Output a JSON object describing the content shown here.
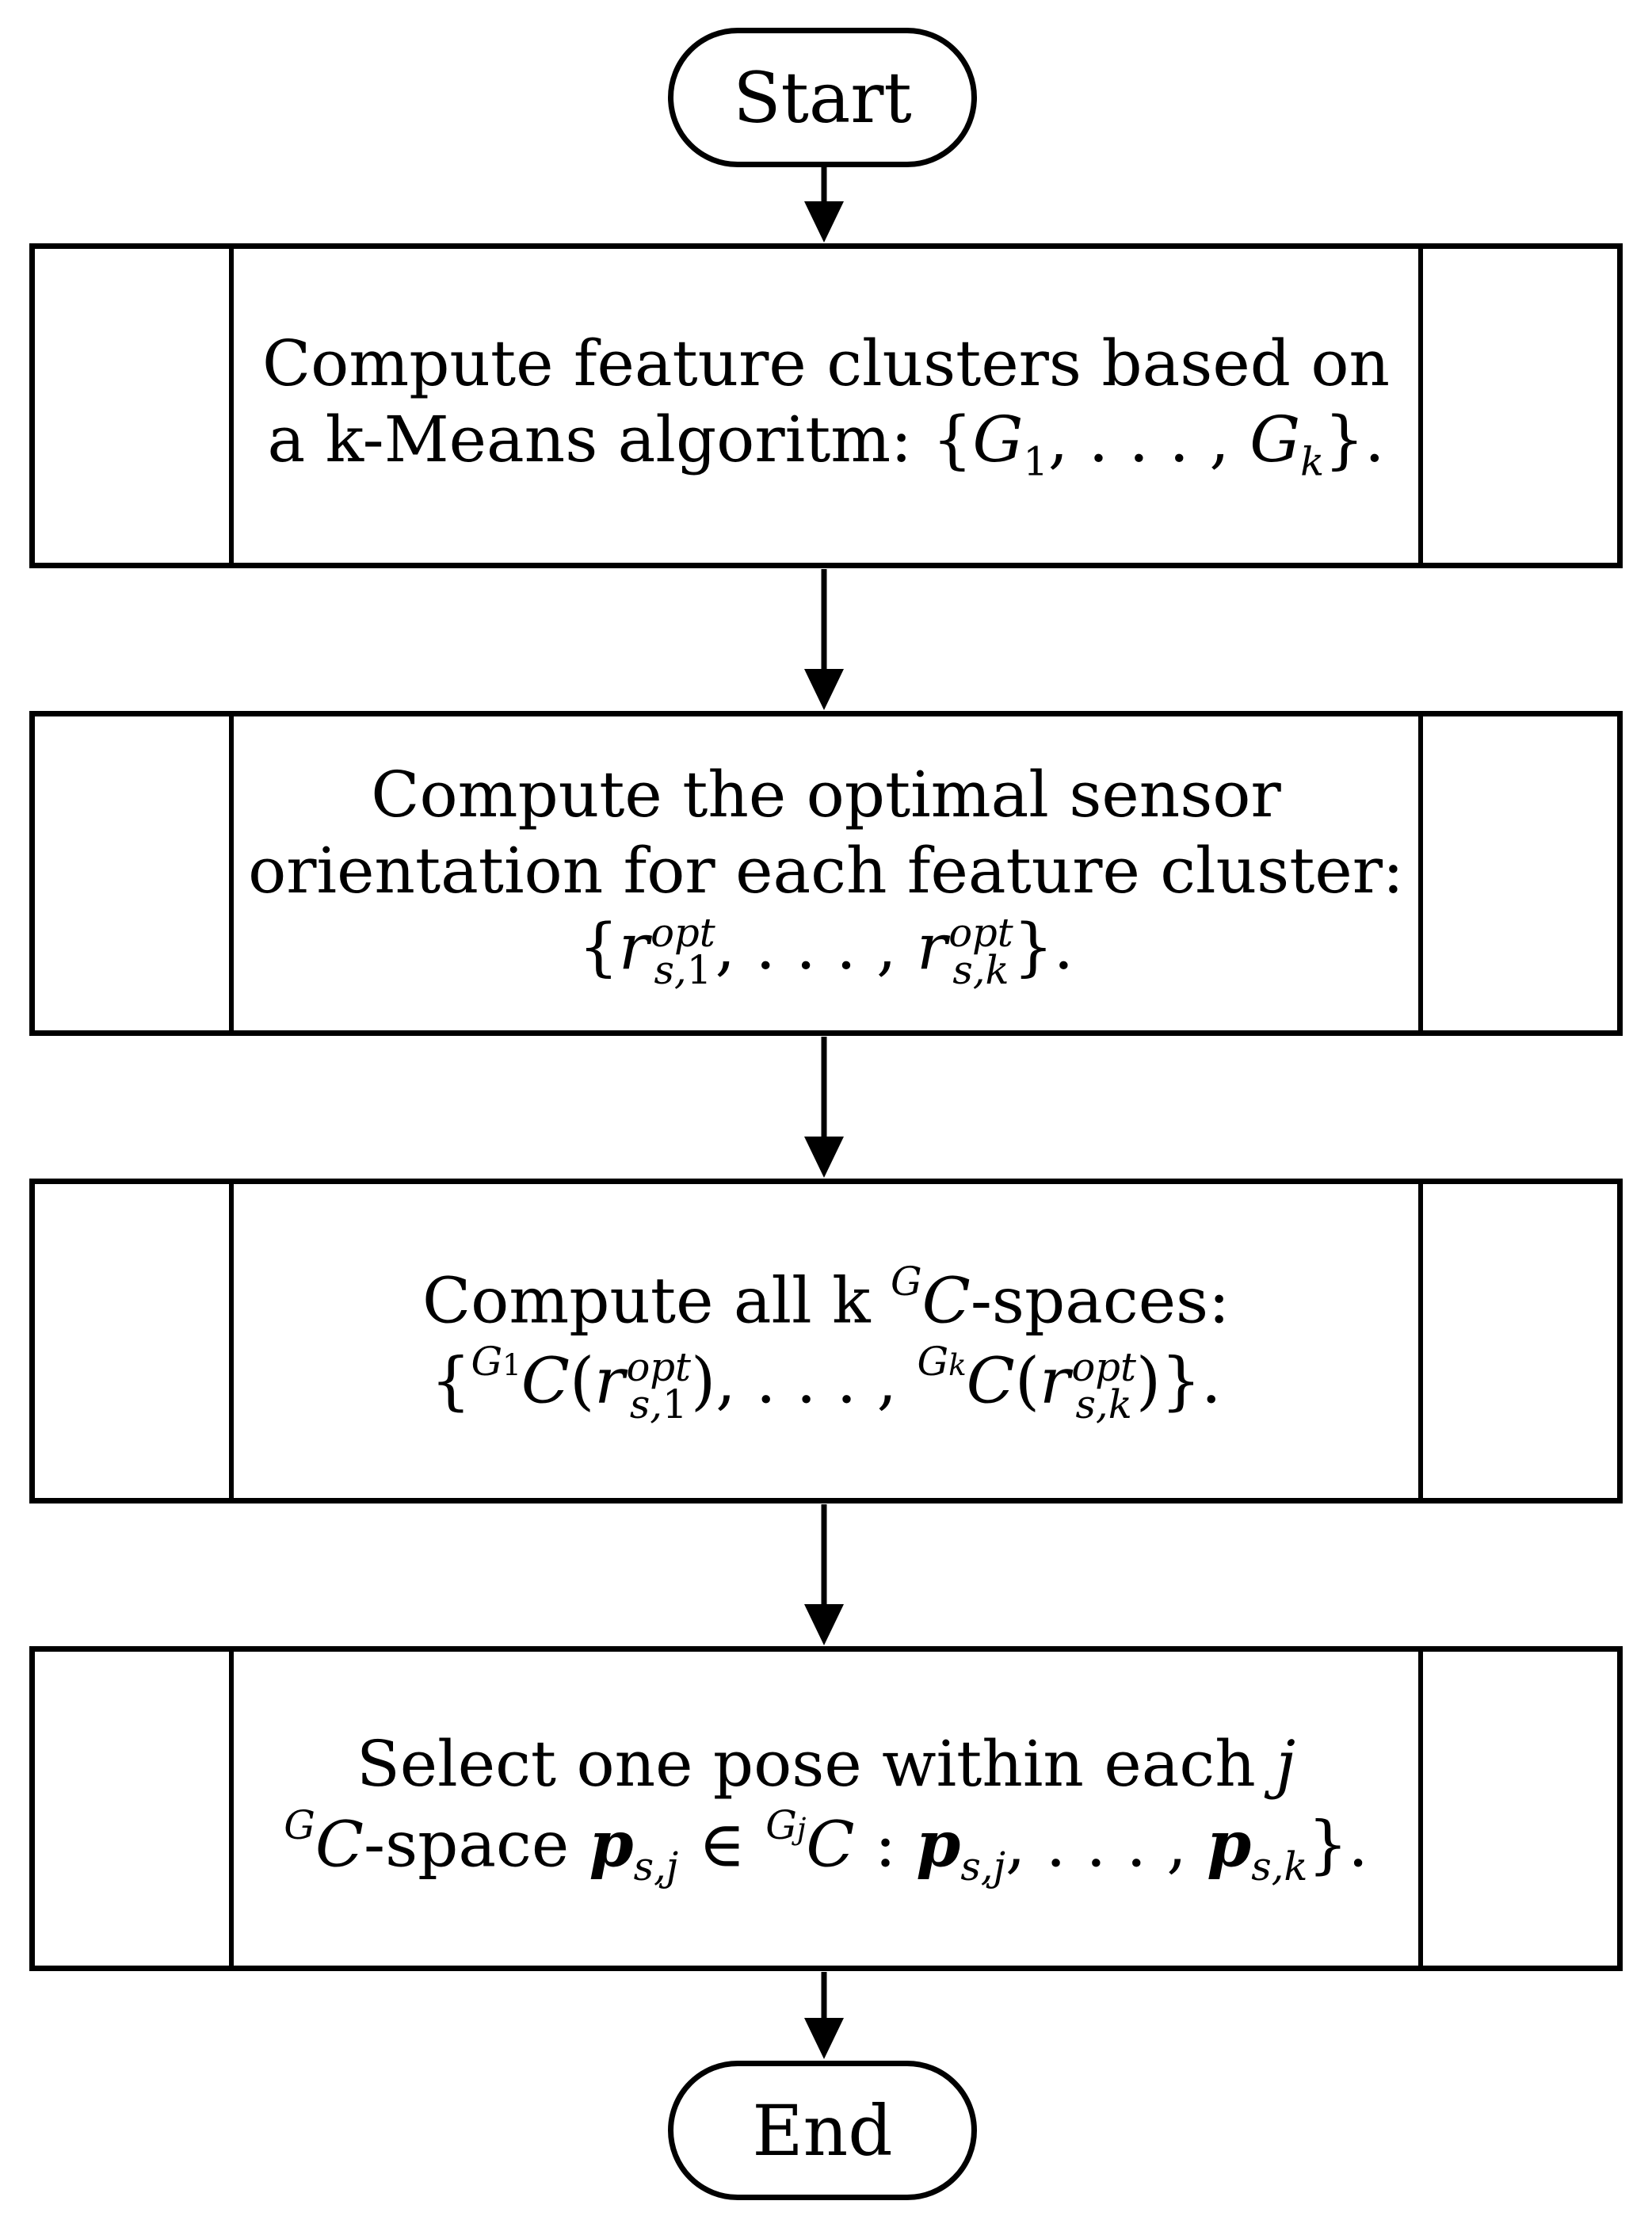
{
  "diagram": {
    "start_label": "Start",
    "end_label": "End",
    "step1": {
      "line1": "Compute feature clusters based on",
      "line2": "a k-Means algoritm: {G1, . . . , Gk}."
    },
    "step2": {
      "line1": "Compute the optimal sensor",
      "line2": "orientation for each feature cluster:",
      "line3": "{r_s,1^opt, . . . , r_s,k^opt}."
    },
    "step3": {
      "line1": "Compute all k ^G C-spaces:",
      "line2": "{^G1 C(r_s,1^opt), . . . , ^Gk C(r_s,k^opt)}."
    },
    "step4": {
      "line1": "Select one pose within each j",
      "line2": "^G C-space p_s,j ∈ ^Gj C : p_s,j, . . . , p_s,k}."
    }
  }
}
